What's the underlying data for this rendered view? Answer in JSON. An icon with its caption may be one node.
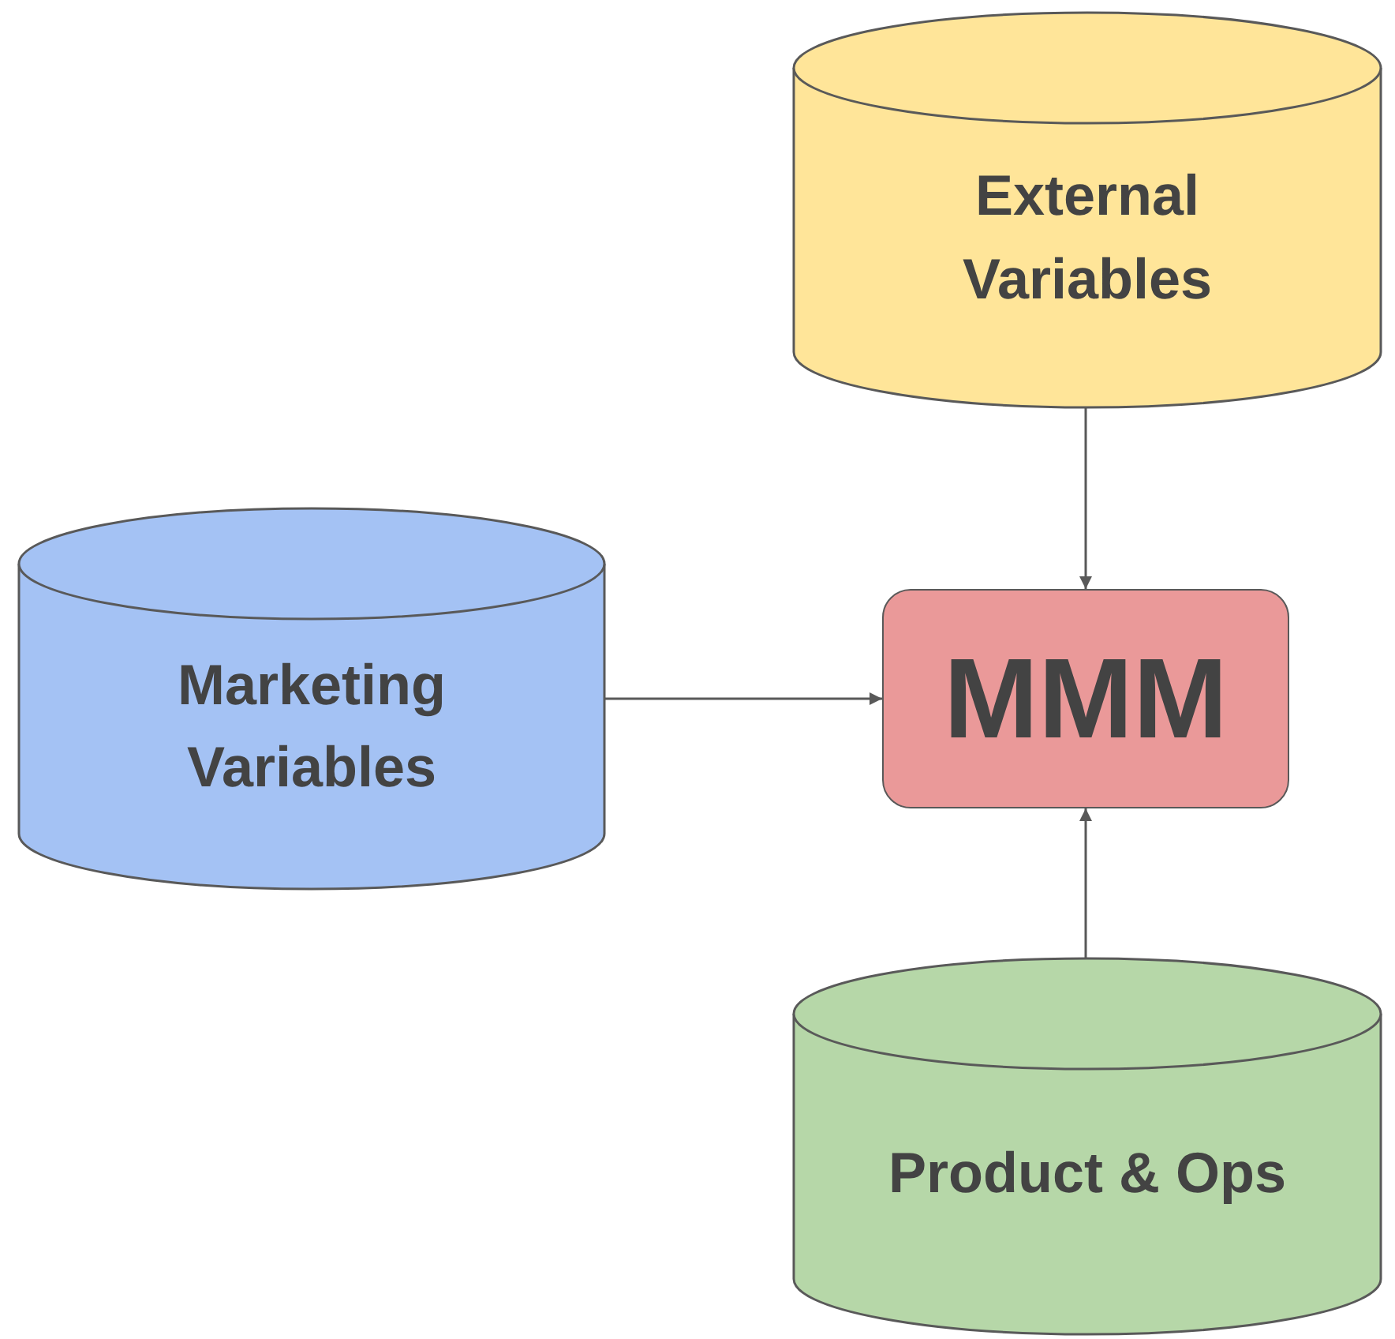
{
  "diagram": {
    "nodes": [
      {
        "text": [
          "External Variables"
        ]
      },
      {
        "text": [
          "Marketing Variables"
        ]
      },
      {
        "text": [
          "MMM"
        ]
      },
      {
        "text": [
          "Product & Ops"
        ]
      }
    ],
    "edges": [
      {
        "from": 0,
        "to": 2,
        "arrow": "to"
      },
      {
        "from": 1,
        "to": 2,
        "arrow": "to"
      },
      {
        "from": 3,
        "to": 2,
        "arrow": "to"
      }
    ]
  }
}
